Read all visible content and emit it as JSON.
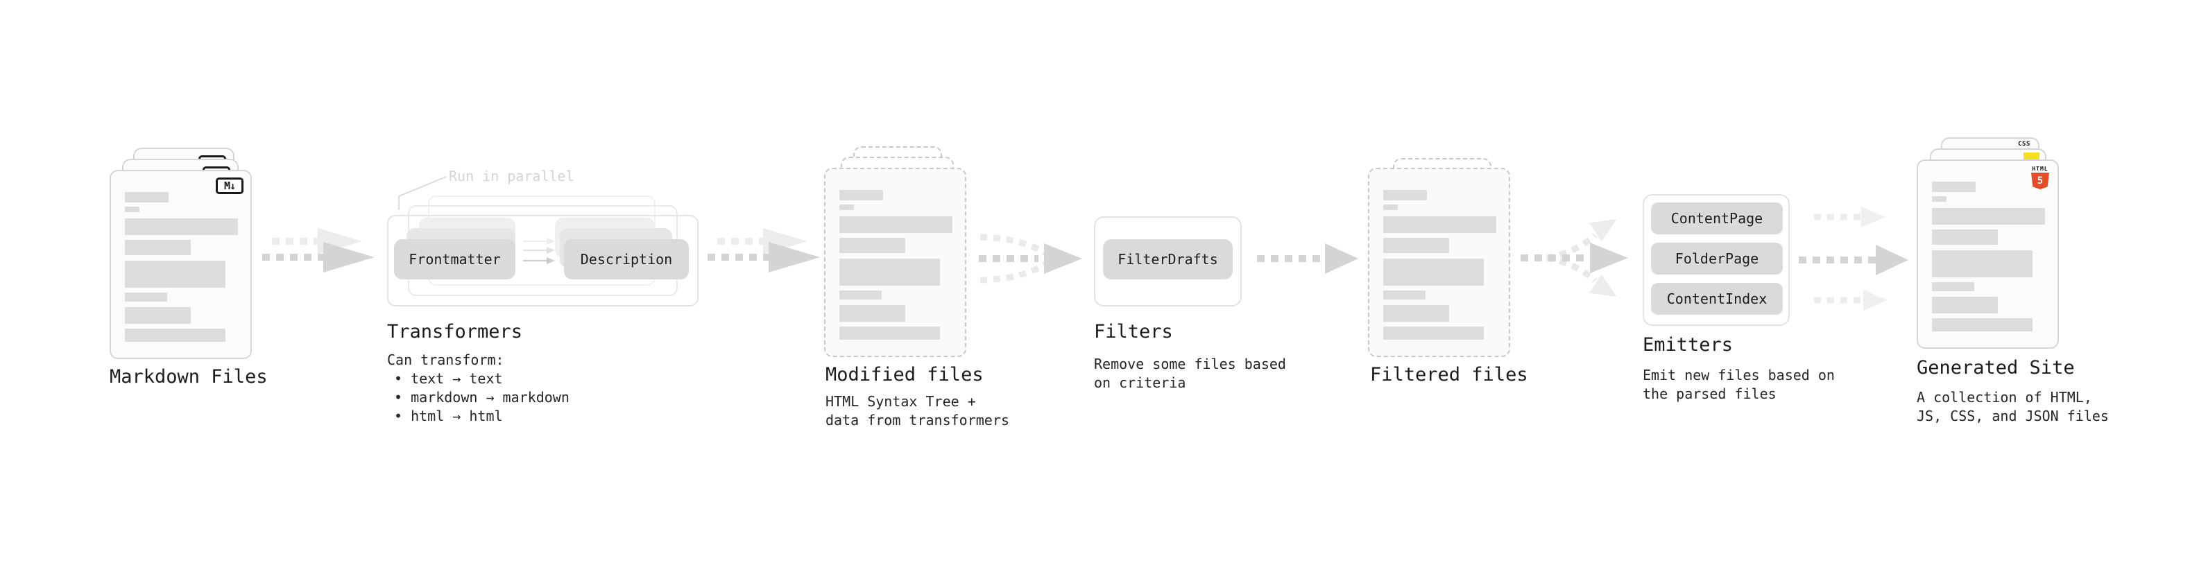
{
  "colors": {
    "card-border": "#d6d6d6",
    "dashed-border": "#c8c8c8",
    "bar-gray": "#dcdcdc",
    "node-fill": "#dadada",
    "annotation-gray": "#d4d4d4",
    "arrow-dark": "#d4d4d4",
    "arrow-light": "#ececec",
    "md-black": "#191919",
    "html5-orange": "#e44d26",
    "js-yellow": "#f7df1e",
    "css-blue": "#2f6fe4"
  },
  "pipeline": {
    "markdown_files": {
      "label": "Markdown Files",
      "badge": "M↓"
    },
    "transformers": {
      "annotation": "Run in parallel",
      "node_frontmatter": "Frontmatter",
      "node_description": "Description",
      "title": "Transformers",
      "subtitle_heading": "Can transform:",
      "bullets": [
        "• text → text",
        "• markdown → markdown",
        "• html → html"
      ]
    },
    "modified_files": {
      "title": "Modified files",
      "subtitle_lines": [
        "HTML Syntax Tree +",
        "data from transformers"
      ]
    },
    "filters": {
      "title": "Filters",
      "node": "FilterDrafts",
      "subtitle_lines": [
        "Remove some files based",
        "on criteria"
      ]
    },
    "filtered_files": {
      "title": "Filtered files"
    },
    "emitters": {
      "title": "Emitters",
      "nodes": [
        "ContentPage",
        "FolderPage",
        "ContentIndex"
      ],
      "subtitle_lines": [
        "Emit new files based on",
        "the parsed files"
      ]
    },
    "generated_site": {
      "title": "Generated Site",
      "subtitle_lines": [
        "A collection of HTML,",
        "JS, CSS, and JSON files"
      ],
      "badges": {
        "html_label": "HTML",
        "html_number": "5",
        "css_label": "CSS"
      }
    }
  }
}
